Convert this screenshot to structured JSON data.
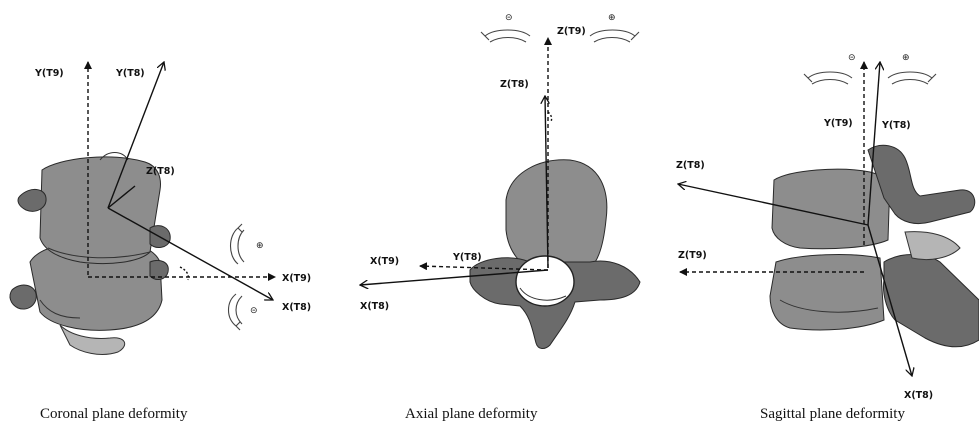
{
  "panels": {
    "coronal": {
      "caption": "Coronal plane deformity",
      "labels": {
        "y_t9": "Y(T9)",
        "y_t8": "Y(T8)",
        "z_t8": "Z(T8)",
        "x_t9": "X(T9)",
        "x_t8": "X(T8)"
      },
      "rotation_signs": {
        "positive": "⊕",
        "negative": "⊝"
      }
    },
    "axial": {
      "caption": "Axial plane deformity",
      "labels": {
        "z_t9": "Z(T9)",
        "z_t8": "Z(T8)",
        "y_t8": "Y(T8)",
        "x_t9": "X(T9)",
        "x_t8": "X(T8)"
      },
      "rotation_signs": {
        "negative": "⊝",
        "positive": "⊕"
      }
    },
    "sagittal": {
      "caption": "Sagittal plane deformity",
      "labels": {
        "y_t9": "Y(T9)",
        "y_t8": "Y(T8)",
        "z_t8": "Z(T8)",
        "z_t9": "Z(T9)",
        "x_t8": "X(T8)"
      },
      "rotation_signs": {
        "negative": "⊝",
        "positive": "⊕"
      }
    }
  }
}
